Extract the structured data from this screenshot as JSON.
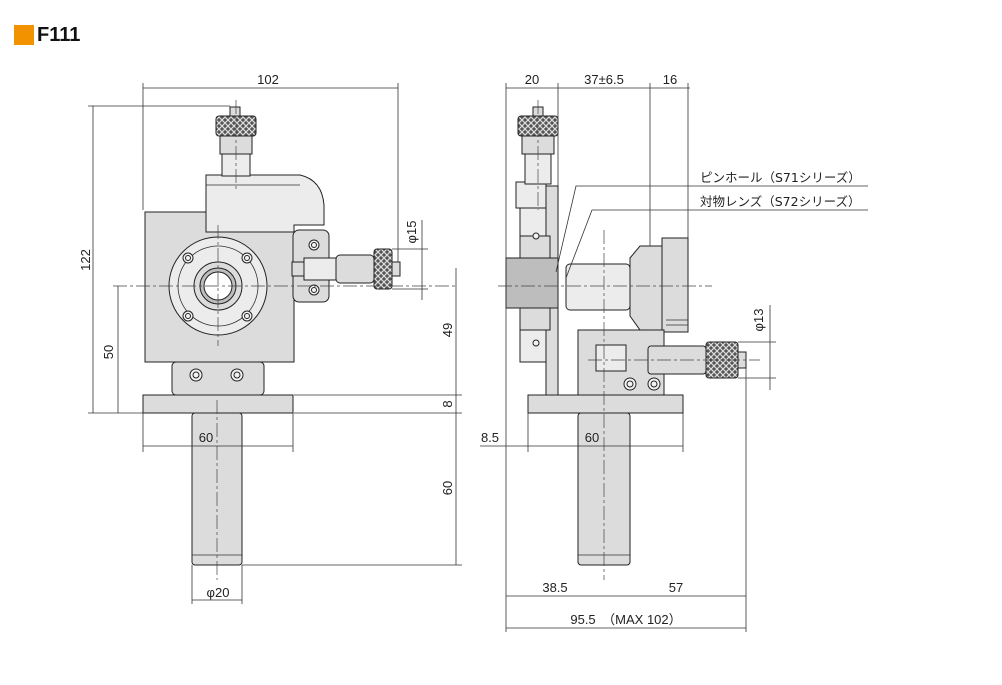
{
  "title": {
    "code": "F111",
    "swatch_color": "#f39200"
  },
  "front_view": {
    "dims": {
      "width_overall": "102",
      "height_overall": "122",
      "center_height": "50",
      "mount_height": "49",
      "base_thickness": "8",
      "base_width": "60",
      "post_length": "60",
      "post_diameter": "φ20",
      "knob_diameter": "φ15"
    }
  },
  "side_view": {
    "dims": {
      "top_left": "20",
      "top_mid": "37±6.5",
      "top_right": "16",
      "base_width": "60",
      "offset_left": "8.5",
      "micrometer_diameter": "φ13",
      "bottom_left": "38.5",
      "bottom_right": "57",
      "overall_depth": "95.5　（MAX 102）"
    },
    "callouts": {
      "pinhole": "ピンホール（S71シリーズ）",
      "objective": "対物レンズ（S72シリーズ）"
    }
  },
  "colors": {
    "line": "#222222",
    "part_fill": "#dcdcdc",
    "accent": "#f39200"
  }
}
